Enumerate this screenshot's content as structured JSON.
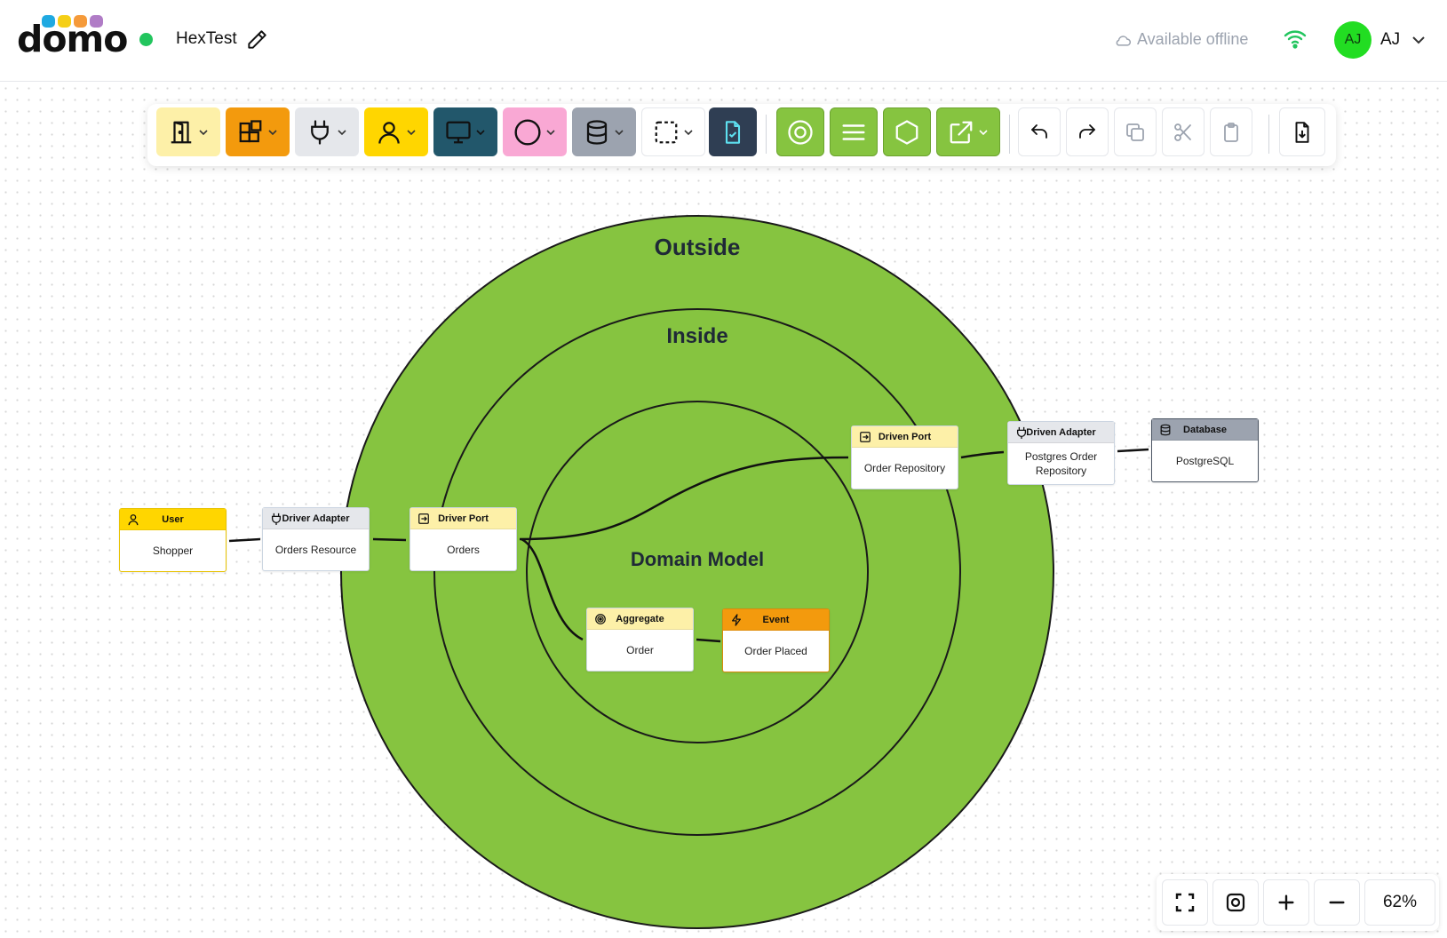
{
  "header": {
    "logo_text": "domo",
    "logo_dot_colors": [
      "#1fa9e1",
      "#f5cf16",
      "#f59a3a",
      "#b07cc6"
    ],
    "project_name": "HexTest",
    "status_color": "#22c55e",
    "offline_label": "Available offline",
    "user_avatar": "AJ",
    "user_initials": "AJ"
  },
  "toolbar": {
    "tools": [
      {
        "name": "door-icon",
        "color": "#fdf0a8",
        "has_dropdown": true
      },
      {
        "name": "blocks-icon",
        "color": "#f39a0d",
        "has_dropdown": true
      },
      {
        "name": "plug-icon",
        "color": "#e5e7eb",
        "has_dropdown": true
      },
      {
        "name": "user-icon",
        "color": "#ffd600",
        "has_dropdown": true
      },
      {
        "name": "monitor-icon",
        "color": "#22576b",
        "has_dropdown": true
      },
      {
        "name": "circle-icon",
        "color": "#f9a8d4",
        "has_dropdown": true
      },
      {
        "name": "database-icon",
        "color": "#9ca3af",
        "has_dropdown": true
      },
      {
        "name": "selection-icon",
        "color": "#ffffff",
        "has_dropdown": true
      },
      {
        "name": "file-check-icon",
        "color": "#2f3e53",
        "has_dropdown": false
      },
      {
        "name": "target-icon",
        "color": "#86c440",
        "has_dropdown": false
      },
      {
        "name": "lines-icon",
        "color": "#86c440",
        "has_dropdown": false
      },
      {
        "name": "hexagon-icon",
        "color": "#86c440",
        "has_dropdown": false
      },
      {
        "name": "external-link-icon",
        "color": "#86c440",
        "has_dropdown": true
      },
      {
        "name": "undo-icon"
      },
      {
        "name": "redo-icon"
      },
      {
        "name": "copy-icon"
      },
      {
        "name": "cut-icon"
      },
      {
        "name": "paste-icon"
      },
      {
        "name": "file-download-icon"
      }
    ]
  },
  "diagram": {
    "ring_color": "#86c440",
    "rings": {
      "outside": "Outside",
      "inside": "Inside",
      "domain": "Domain Model"
    },
    "nodes": {
      "user": {
        "type": "User",
        "label": "Shopper",
        "header_color": "#ffd600"
      },
      "driver_adapter": {
        "type": "Driver Adapter",
        "label": "Orders Resource",
        "header_color": "#e5e7eb"
      },
      "driver_port": {
        "type": "Driver Port",
        "label": "Orders",
        "header_color": "#fdf0a8"
      },
      "aggregate": {
        "type": "Aggregate",
        "label": "Order",
        "header_color": "#fdf0a8"
      },
      "event": {
        "type": "Event",
        "label": "Order Placed",
        "header_color": "#f39a0d"
      },
      "driven_port": {
        "type": "Driven Port",
        "label": "Order Repository",
        "header_color": "#fdf0a8"
      },
      "driven_adapter": {
        "type": "Driven Adapter",
        "label": "Postgres Order Repository",
        "header_color": "#e5e7eb"
      },
      "database": {
        "type": "Database",
        "label": "PostgreSQL",
        "header_color": "#9ca3af"
      }
    }
  },
  "zoom": {
    "level": "62%"
  }
}
